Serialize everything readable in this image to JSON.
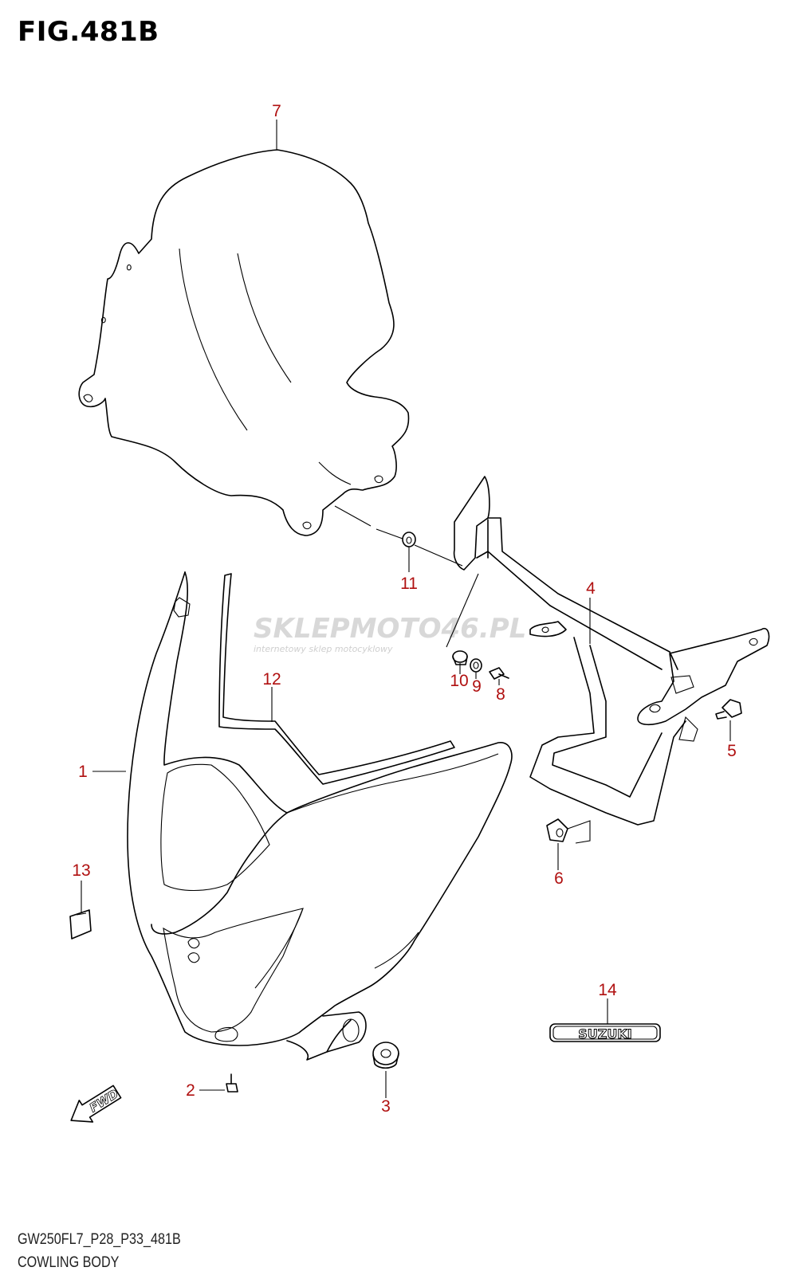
{
  "figure": {
    "title": "FIG.481B",
    "code": "GW250FL7_P28_P33_481B",
    "name": "COWLING BODY"
  },
  "watermark": {
    "main": "SKLEPMOTO46.PL",
    "sub": "internetowy sklep motocyklowy"
  },
  "emblem_text": "SUZUKI",
  "fwd_text": "FWD",
  "callouts": [
    "1",
    "2",
    "3",
    "4",
    "5",
    "6",
    "7",
    "8",
    "9",
    "10",
    "11",
    "12",
    "13",
    "14"
  ],
  "colors": {
    "callout": "#b01010",
    "line": "#000000",
    "watermark": "#d8d8d8"
  }
}
